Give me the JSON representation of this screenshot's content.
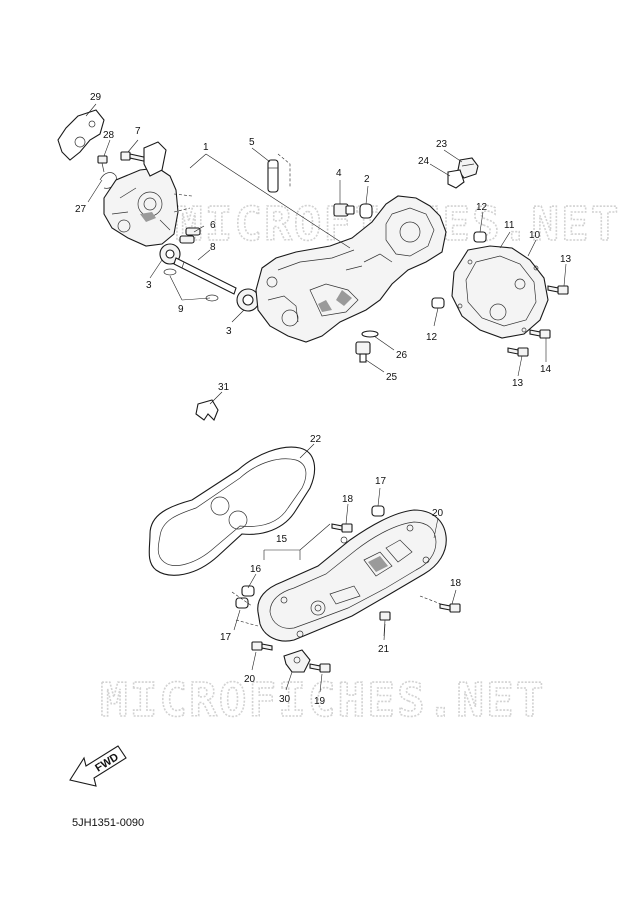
{
  "diagram": {
    "callouts": [
      {
        "id": "29",
        "text": "29"
      },
      {
        "id": "28",
        "text": "28"
      },
      {
        "id": "7",
        "text": "7"
      },
      {
        "id": "1",
        "text": "1"
      },
      {
        "id": "5",
        "text": "5"
      },
      {
        "id": "27",
        "text": "27"
      },
      {
        "id": "4",
        "text": "4"
      },
      {
        "id": "2",
        "text": "2"
      },
      {
        "id": "23",
        "text": "23"
      },
      {
        "id": "24",
        "text": "24"
      },
      {
        "id": "12a",
        "text": "12"
      },
      {
        "id": "11",
        "text": "11"
      },
      {
        "id": "10",
        "text": "10"
      },
      {
        "id": "6",
        "text": "6"
      },
      {
        "id": "8",
        "text": "8"
      },
      {
        "id": "3a",
        "text": "3"
      },
      {
        "id": "9",
        "text": "9"
      },
      {
        "id": "3b",
        "text": "3"
      },
      {
        "id": "13a",
        "text": "13"
      },
      {
        "id": "12b",
        "text": "12"
      },
      {
        "id": "26",
        "text": "26"
      },
      {
        "id": "25",
        "text": "25"
      },
      {
        "id": "13b",
        "text": "13"
      },
      {
        "id": "14",
        "text": "14"
      },
      {
        "id": "31",
        "text": "31"
      },
      {
        "id": "22",
        "text": "22"
      },
      {
        "id": "17a",
        "text": "17"
      },
      {
        "id": "18a",
        "text": "18"
      },
      {
        "id": "20a",
        "text": "20"
      },
      {
        "id": "15",
        "text": "15"
      },
      {
        "id": "16",
        "text": "16"
      },
      {
        "id": "18b",
        "text": "18"
      },
      {
        "id": "17b",
        "text": "17"
      },
      {
        "id": "21",
        "text": "21"
      },
      {
        "id": "20b",
        "text": "20"
      },
      {
        "id": "30",
        "text": "30"
      },
      {
        "id": "19",
        "text": "19"
      }
    ],
    "fwd_label": "FWD",
    "diagram_code": "5JH1351-0090",
    "watermark": "MICROFICHES.NET"
  }
}
